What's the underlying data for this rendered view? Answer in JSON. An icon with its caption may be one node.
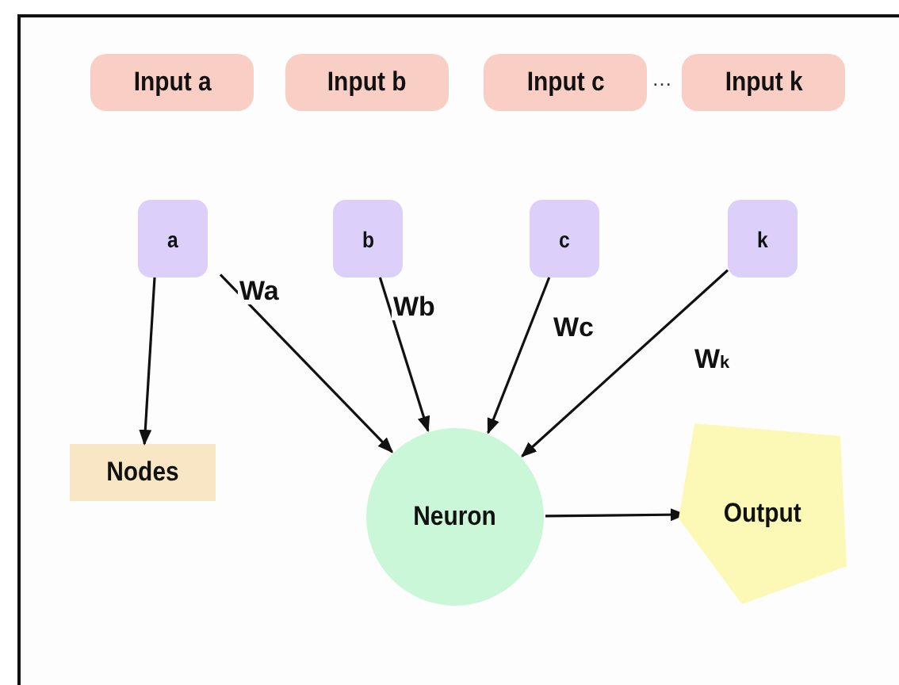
{
  "diagram": {
    "nodes": [
      {
        "text": [
          "Input a"
        ]
      },
      {
        "text": [
          "Input b"
        ]
      },
      {
        "text": [
          "Input c"
        ]
      },
      {
        "text": [
          "Input k"
        ]
      },
      {
        "text": [
          "a"
        ]
      },
      {
        "text": [
          "b"
        ]
      },
      {
        "text": [
          "c"
        ]
      },
      {
        "text": [
          "k"
        ]
      },
      {
        "text": [
          "Nodes"
        ]
      },
      {
        "text": [
          "Neuron"
        ]
      },
      {
        "text": [
          "Output"
        ]
      }
    ],
    "edges": [
      {
        "from": 4,
        "to": 8,
        "arrow": "to"
      },
      {
        "from": 4,
        "to": 9,
        "arrow": "to",
        "label": "Wa"
      },
      {
        "from": 5,
        "to": 9,
        "arrow": "to",
        "label": "Wb"
      },
      {
        "from": 6,
        "to": 9,
        "arrow": "to",
        "label": "Wc"
      },
      {
        "from": 7,
        "to": 9,
        "arrow": "to",
        "label": "W$_{k}$"
      },
      {
        "from": 9,
        "to": 10,
        "arrow": "to"
      }
    ],
    "labels": [
      "…"
    ]
  }
}
